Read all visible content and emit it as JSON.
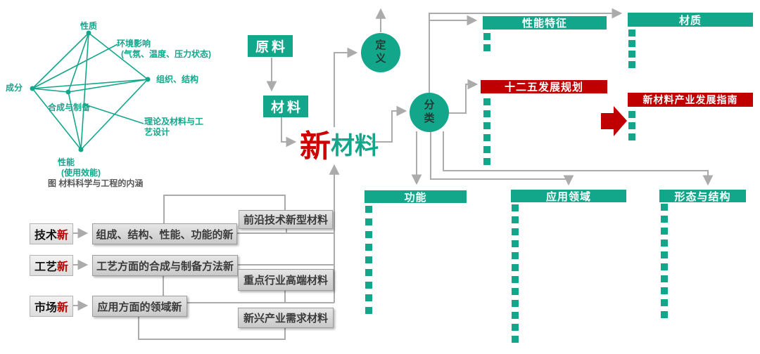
{
  "colors": {
    "teal": "#12A78B",
    "red": "#C00000",
    "redtext": "#D10000",
    "line": "#ABABAB",
    "boxtext": "#3A3A3A",
    "caption": "#595959",
    "circletext": "#223B34"
  },
  "tetra": {
    "node_top": "性质",
    "node_left": "成分",
    "node_right": "组织、结构",
    "node_center": "合成与制备",
    "node_bottom": "性能",
    "node_bottom_note": "(使用效能)",
    "annotation_env": "环境影响",
    "annotation_env_note": "(气氛、温度、压力状态)",
    "annotation_design_line1": "理论及材料与工",
    "annotation_design_line2": "艺设计",
    "caption": "图 材料科学与工程的内涵"
  },
  "flow": {
    "box_raw": "原料",
    "box_material": "材料",
    "new_prefix": "新",
    "new_suffix": "材料",
    "circle_define": "定义",
    "circle_classify": "分类"
  },
  "columns": {
    "feature": {
      "label": "性能特征",
      "bullets": 2
    },
    "texture": {
      "label": "材质",
      "bullets": 4
    },
    "plan": {
      "label": "十二五发展规划",
      "bullets": 6
    },
    "guide": {
      "label": "新材料产业发展指南",
      "bullets": 3
    },
    "function": {
      "label": "功能",
      "bullets": 9
    },
    "application": {
      "label": "应用领域",
      "bullets": 12
    },
    "morphology": {
      "label": "形态与结构",
      "bullets": 10
    }
  },
  "bottom": {
    "tech_prefix": "技术",
    "tech_accent": "新",
    "craft_prefix": "工艺",
    "craft_accent": "新",
    "market_prefix": "市场",
    "market_accent": "新",
    "mid_tech": "组成、结构、性能、功能的新",
    "mid_craft": "工艺方面的合成与制备方法新",
    "mid_market": "应用方面的领域新",
    "right_frontier": "前沿技术新型材料",
    "right_key": "重点行业高端材料",
    "right_emerging": "新兴产业需求材料"
  }
}
